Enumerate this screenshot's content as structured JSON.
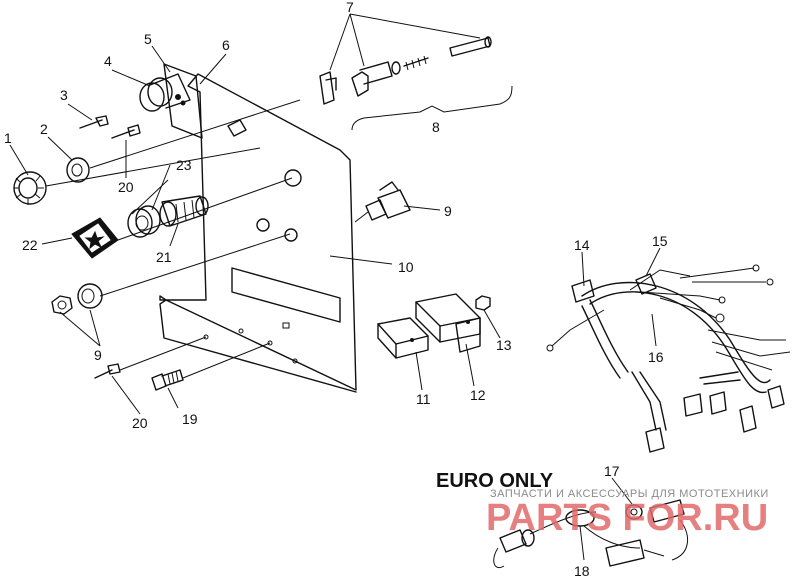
{
  "diagram": {
    "callouts": [
      "1",
      "2",
      "3",
      "4",
      "5",
      "6",
      "7",
      "8",
      "9",
      "9",
      "9",
      "10",
      "11",
      "12",
      "13",
      "14",
      "15",
      "16",
      "17",
      "18",
      "19",
      "20",
      "20",
      "21",
      "22",
      "23"
    ],
    "region_label": "EURO ONLY",
    "watermark": {
      "tagline": "ЗАПЧАСТИ И АКСЕССУАРЫ ДЛЯ МОТОТЕХНИКИ",
      "brand": "PARTS FOR.RU"
    }
  }
}
